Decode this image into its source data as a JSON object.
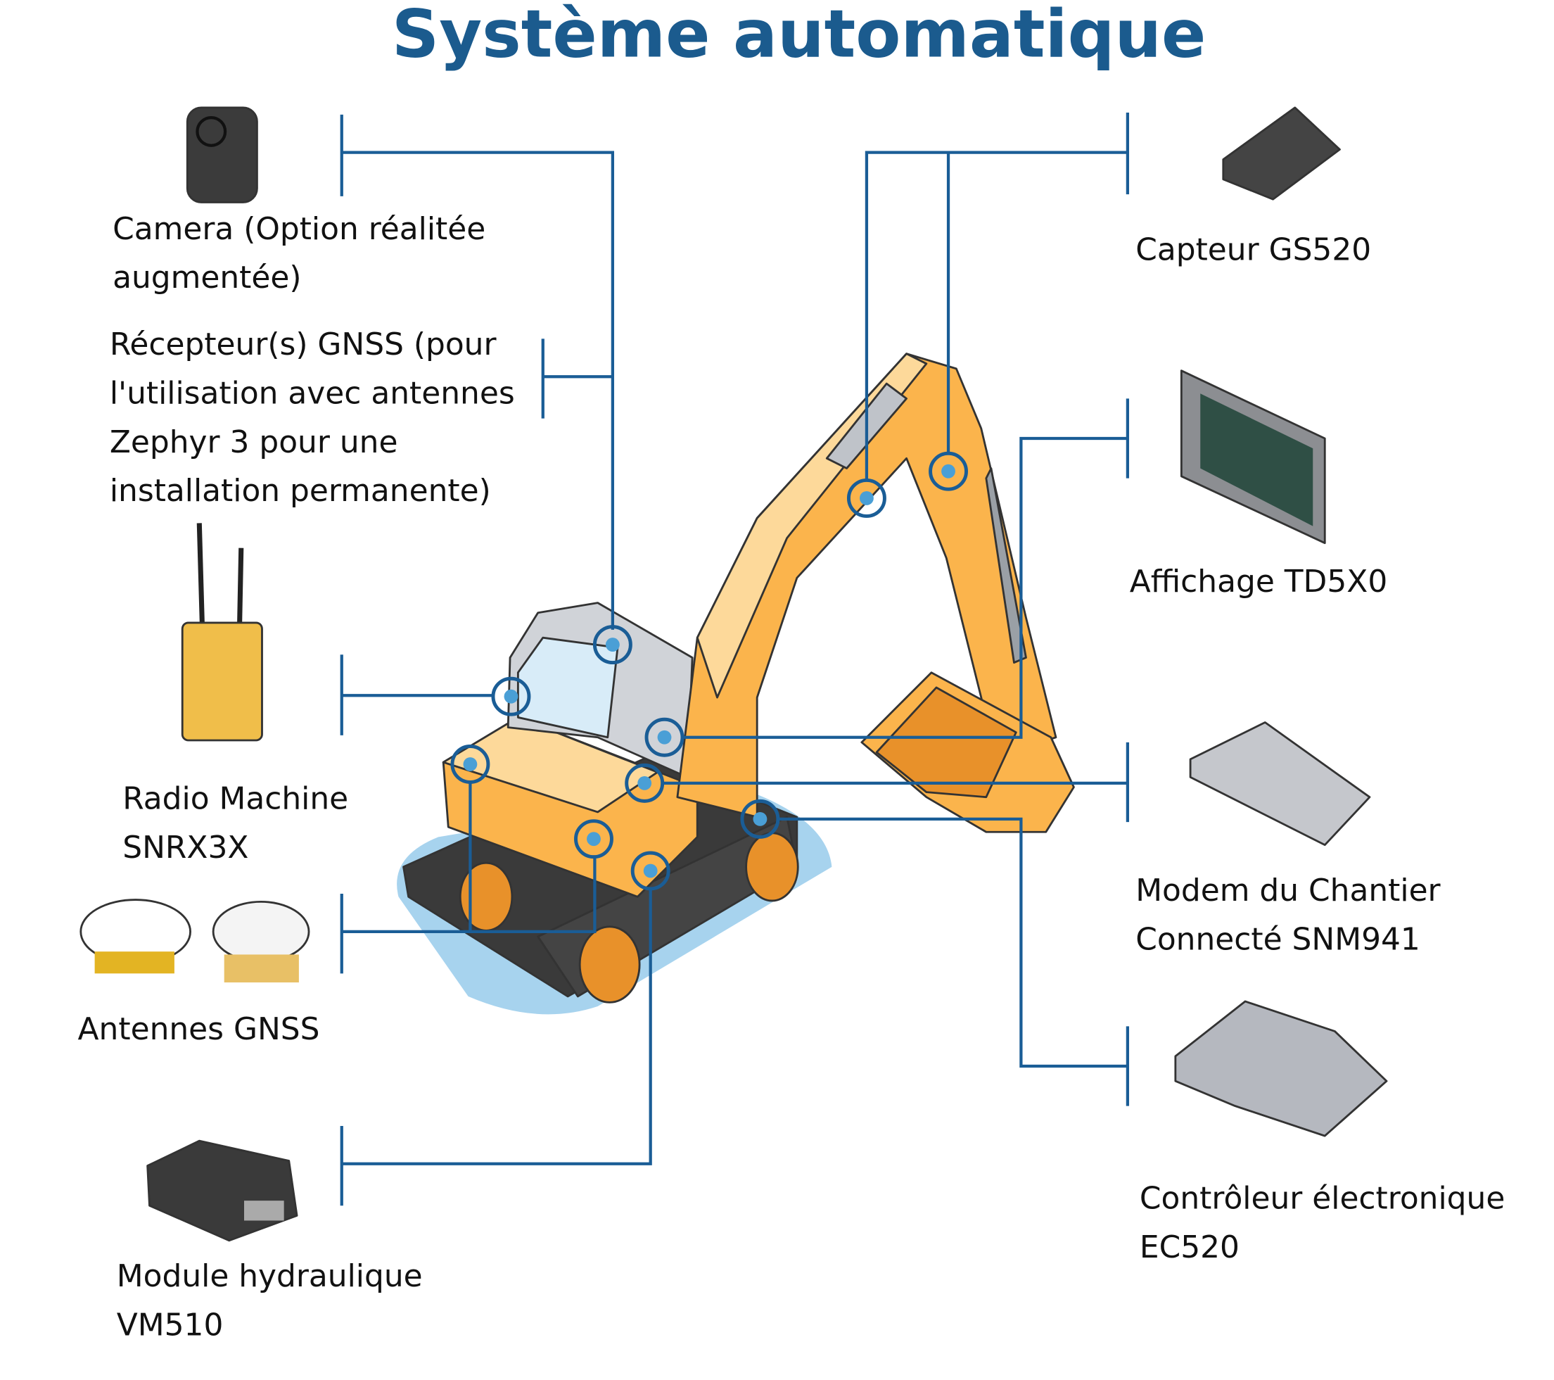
{
  "title": "Système automatique",
  "components": {
    "camera": {
      "lines": [
        "Camera (Option réalitée",
        "augmentée)"
      ]
    },
    "gnss_receiver": {
      "lines": [
        "Récepteur(s) GNSS (pour",
        "l'utilisation avec antennes",
        "Zephyr 3 pour une",
        "installation permanente)"
      ]
    },
    "radio": {
      "lines": [
        "Radio Machine",
        "SNRX3X"
      ]
    },
    "antennas": {
      "lines": [
        "Antennes GNSS"
      ]
    },
    "hydraulic_module": {
      "lines": [
        "Module hydraulique",
        "VM510"
      ]
    },
    "sensor": {
      "lines": [
        "Capteur GS520"
      ]
    },
    "display": {
      "lines": [
        "Affichage TD5X0"
      ]
    },
    "modem": {
      "lines": [
        "Modem du Chantier",
        "Connecté SNM941"
      ]
    },
    "controller": {
      "lines": [
        "Contrôleur électronique",
        "EC520"
      ]
    }
  },
  "colors": {
    "title": "#1b5b8e",
    "lines": "#1a5d96",
    "marker": "#4a9fd6",
    "machine": "#fbb44c"
  }
}
